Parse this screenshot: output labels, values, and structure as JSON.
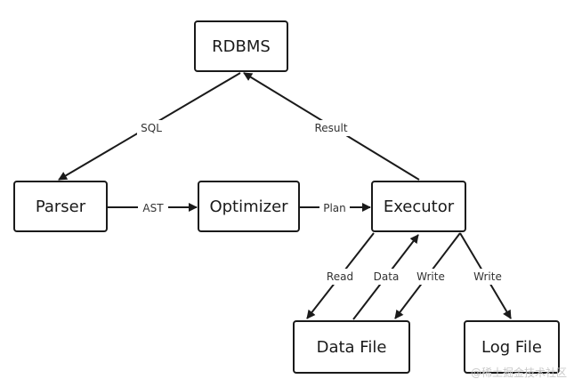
{
  "nodes": {
    "rdbms": "RDBMS",
    "parser": "Parser",
    "optimizer": "Optimizer",
    "executor": "Executor",
    "data_file": "Data File",
    "log_file": "Log File"
  },
  "edges": {
    "sql": "SQL",
    "result": "Result",
    "ast": "AST",
    "plan": "Plan",
    "read": "Read",
    "data": "Data",
    "write_data": "Write",
    "write_log": "Write"
  },
  "watermark": "@稀土掘金技术社区",
  "colors": {
    "stroke": "#1a1a1a",
    "label": "#333333",
    "watermark": "#c8c8c8"
  }
}
